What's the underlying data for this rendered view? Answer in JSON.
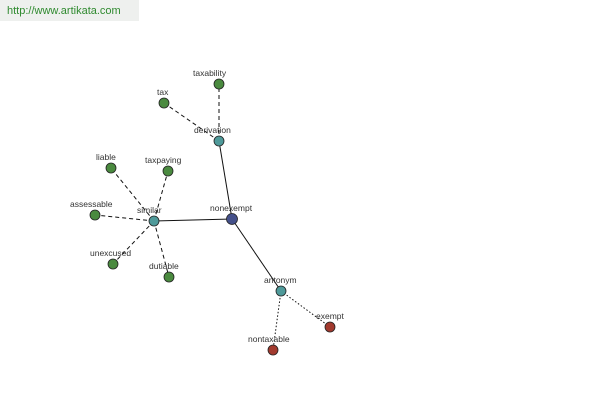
{
  "header": {
    "url_text": "http://www.artikata.com"
  },
  "colors": {
    "center": "#44508a",
    "relation": "#4f9a9a",
    "leaf_green": "#4a8a3f",
    "leaf_red": "#a23a2e"
  },
  "graph": {
    "nodes": [
      {
        "id": "nonexempt",
        "label": "nonexempt",
        "kind": "center"
      },
      {
        "id": "derivation",
        "label": "derivation",
        "kind": "relation"
      },
      {
        "id": "similar",
        "label": "similar",
        "kind": "relation"
      },
      {
        "id": "antonym",
        "label": "antonym",
        "kind": "relation"
      },
      {
        "id": "taxability",
        "label": "taxability",
        "kind": "leaf_green"
      },
      {
        "id": "tax",
        "label": "tax",
        "kind": "leaf_green"
      },
      {
        "id": "liable",
        "label": "liable",
        "kind": "leaf_green"
      },
      {
        "id": "taxpaying",
        "label": "taxpaying",
        "kind": "leaf_green"
      },
      {
        "id": "assessable",
        "label": "assessable",
        "kind": "leaf_green"
      },
      {
        "id": "unexcused",
        "label": "unexcused",
        "kind": "leaf_green"
      },
      {
        "id": "dutiable",
        "label": "dutiable",
        "kind": "leaf_green"
      },
      {
        "id": "exempt",
        "label": "exempt",
        "kind": "leaf_red"
      },
      {
        "id": "nontaxable",
        "label": "nontaxable",
        "kind": "leaf_red"
      }
    ],
    "edges": [
      {
        "from": "nonexempt",
        "to": "derivation",
        "style": "solid"
      },
      {
        "from": "nonexempt",
        "to": "similar",
        "style": "solid"
      },
      {
        "from": "nonexempt",
        "to": "antonym",
        "style": "solid"
      },
      {
        "from": "derivation",
        "to": "taxability",
        "style": "dashed"
      },
      {
        "from": "derivation",
        "to": "tax",
        "style": "dashed"
      },
      {
        "from": "similar",
        "to": "liable",
        "style": "dashed"
      },
      {
        "from": "similar",
        "to": "taxpaying",
        "style": "dashed"
      },
      {
        "from": "similar",
        "to": "assessable",
        "style": "dashed"
      },
      {
        "from": "similar",
        "to": "unexcused",
        "style": "dashed"
      },
      {
        "from": "similar",
        "to": "dutiable",
        "style": "dashed"
      },
      {
        "from": "antonym",
        "to": "exempt",
        "style": "dotted"
      },
      {
        "from": "antonym",
        "to": "nontaxable",
        "style": "dotted"
      }
    ]
  }
}
